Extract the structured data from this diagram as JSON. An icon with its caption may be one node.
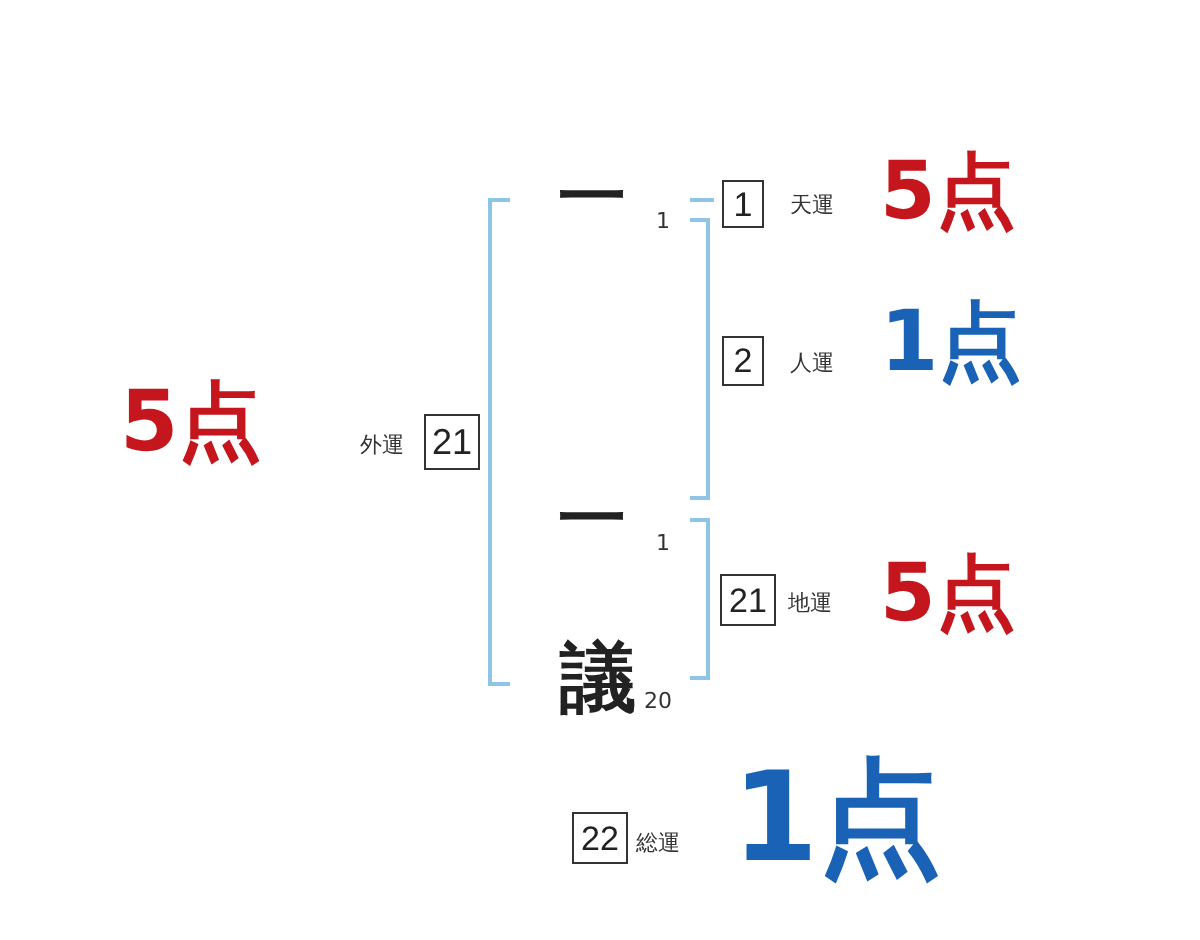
{
  "diagram": {
    "nodes": [
      {
        "text": [
          "1"
        ],
        "beside": [
          "天運",
          "5点"
        ]
      },
      {
        "text": [
          "2"
        ],
        "beside": [
          "人運",
          "1点"
        ]
      },
      {
        "text": [
          "21"
        ],
        "beside": [
          "5点",
          "外運"
        ]
      },
      {
        "text": [
          "21"
        ],
        "beside": [
          "地運",
          "5点"
        ]
      },
      {
        "text": [
          "22"
        ],
        "beside": [
          "総運",
          "1点"
        ]
      }
    ],
    "labels": [
      "一",
      "1",
      "一",
      "1",
      "議",
      "20"
    ]
  }
}
